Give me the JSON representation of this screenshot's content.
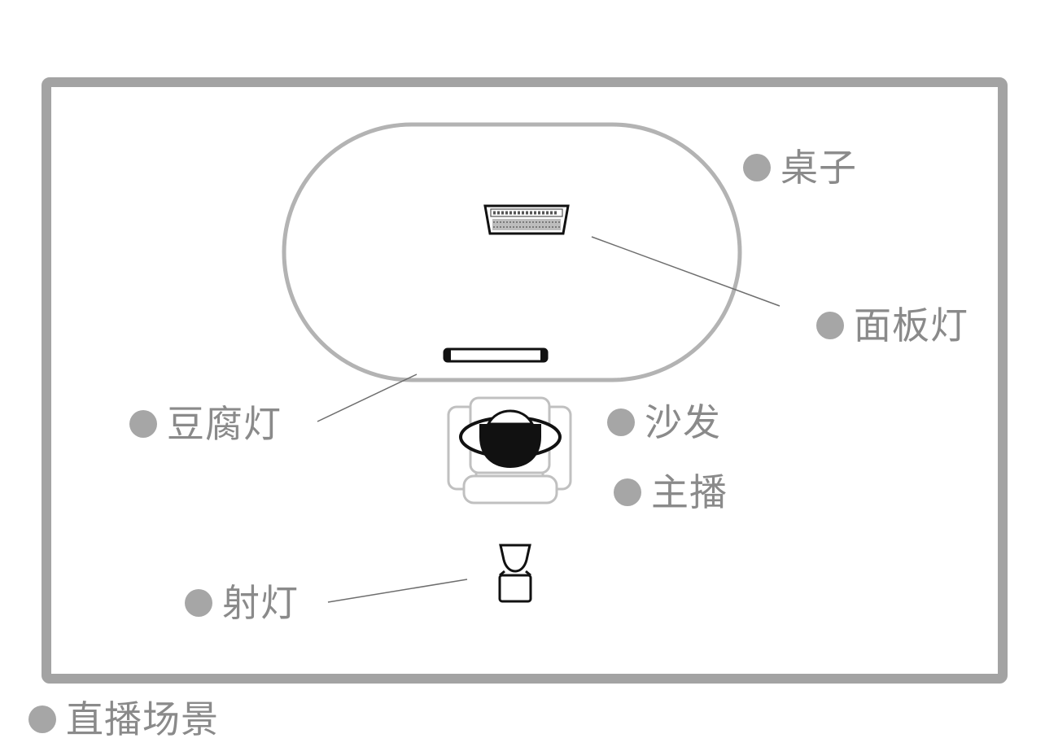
{
  "colors": {
    "room_border": "#a3a3a3",
    "table_outline": "#b3b3b3",
    "sofa_outline": "#c0c0c0",
    "label_dot": "#a6a6a6",
    "label_text": "#8a8a8a",
    "leader_line": "#6e6e6e",
    "icon_ink": "#111111"
  },
  "labels": {
    "table": "桌子",
    "panel_light": "面板灯",
    "tube_light": "豆腐灯",
    "sofa": "沙发",
    "host": "主播",
    "spotlight": "射灯",
    "scene": "直播场景"
  }
}
